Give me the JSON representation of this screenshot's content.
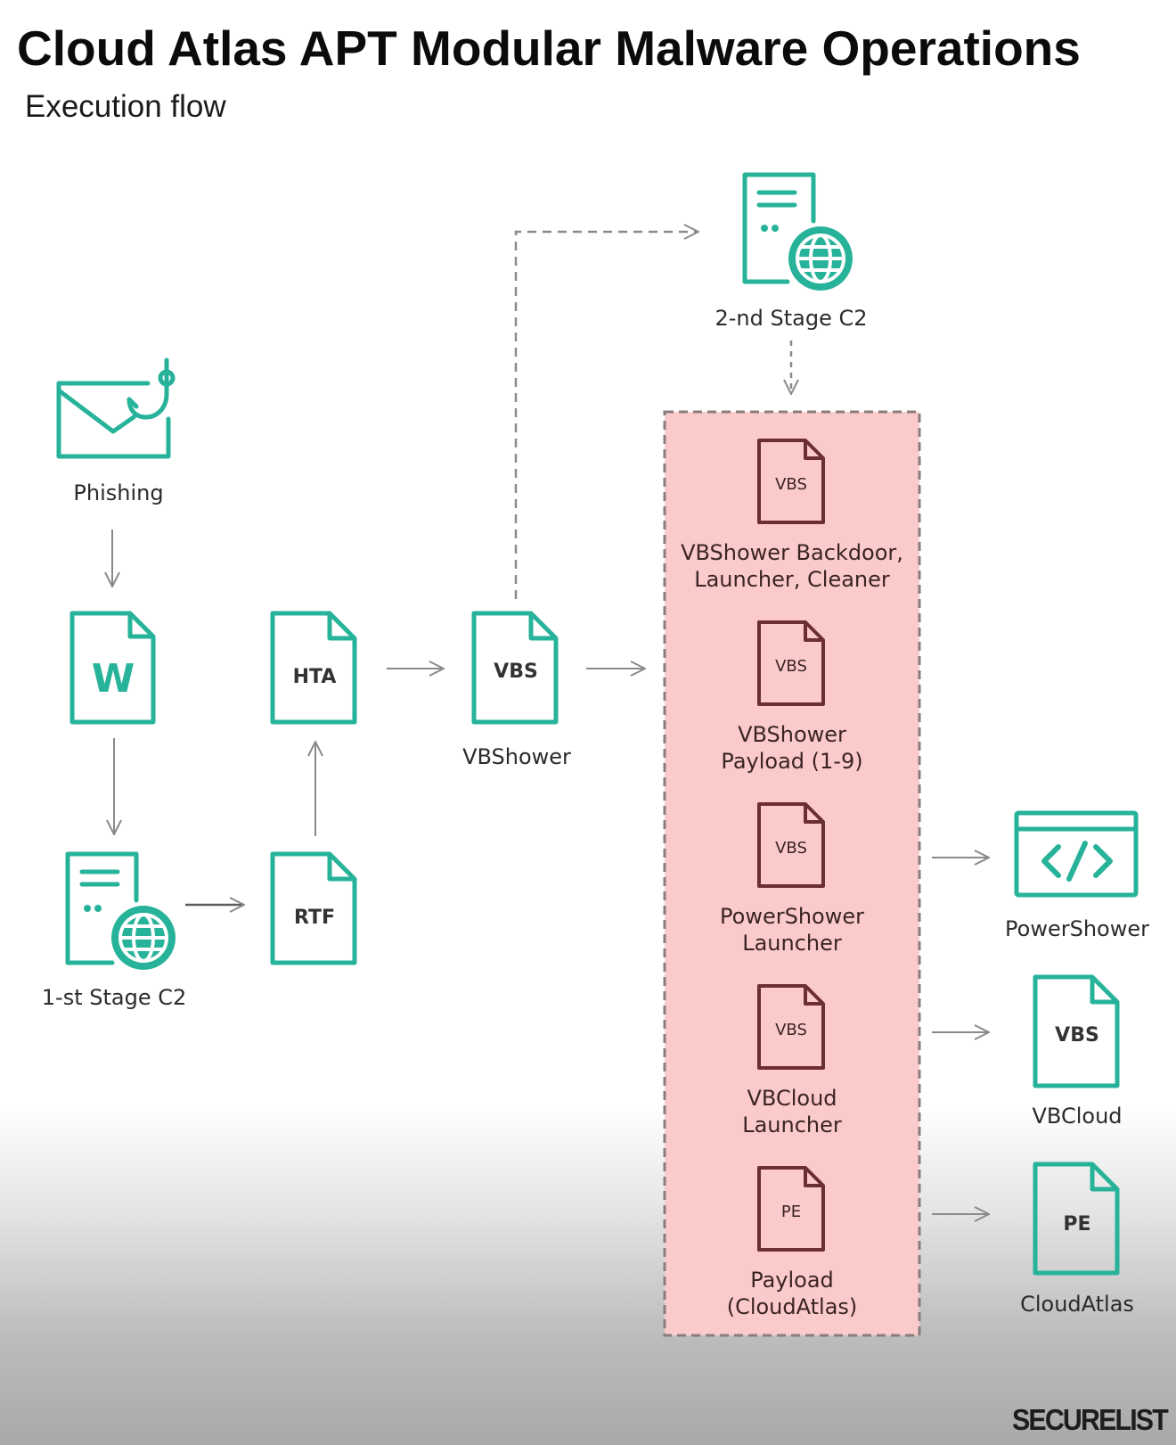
{
  "header": {
    "title": "Cloud Atlas APT Modular Malware Operations",
    "subtitle": "Execution flow"
  },
  "colors": {
    "accent_teal": "#27b39a",
    "panel_fill": "#fbcaca",
    "panel_border": "#8a7d7d",
    "panel_icon": "#6b2f2f",
    "arrow": "#8a8a8a"
  },
  "nodes": {
    "phishing": {
      "label": "Phishing",
      "icon": "email-hook-icon"
    },
    "word_doc": {
      "icon_text": "W",
      "icon": "word-document-icon"
    },
    "c2_first": {
      "label": "1-st Stage C2",
      "icon": "server-globe-icon"
    },
    "rtf": {
      "icon_text": "RTF",
      "icon": "document-icon"
    },
    "hta": {
      "icon_text": "HTA",
      "icon": "document-icon"
    },
    "vbshower": {
      "label": "VBShower",
      "icon_text": "VBS",
      "icon": "document-icon"
    },
    "c2_second": {
      "label": "2-nd Stage C2",
      "icon": "server-globe-icon"
    },
    "powershower": {
      "label": "PowerShower",
      "icon": "code-window-icon"
    },
    "vbcloud": {
      "label": "VBCloud",
      "icon_text": "VBS",
      "icon": "document-icon"
    },
    "cloudatlas": {
      "label": "CloudAtlas",
      "icon_text": "PE",
      "icon": "document-icon"
    }
  },
  "panel": {
    "items": [
      {
        "icon_text": "VBS",
        "label_line1": "VBShower Backdoor,",
        "label_line2": "Launcher, Cleaner"
      },
      {
        "icon_text": "VBS",
        "label_line1": "VBShower",
        "label_line2": "Payload (1-9)"
      },
      {
        "icon_text": "VBS",
        "label_line1": "PowerShower",
        "label_line2": "Launcher"
      },
      {
        "icon_text": "VBS",
        "label_line1": "VBCloud",
        "label_line2": "Launcher"
      },
      {
        "icon_text": "PE",
        "label_line1": "Payload",
        "label_line2": "(CloudAtlas)"
      }
    ]
  },
  "footer": {
    "logo_text": "SECURELIST"
  }
}
